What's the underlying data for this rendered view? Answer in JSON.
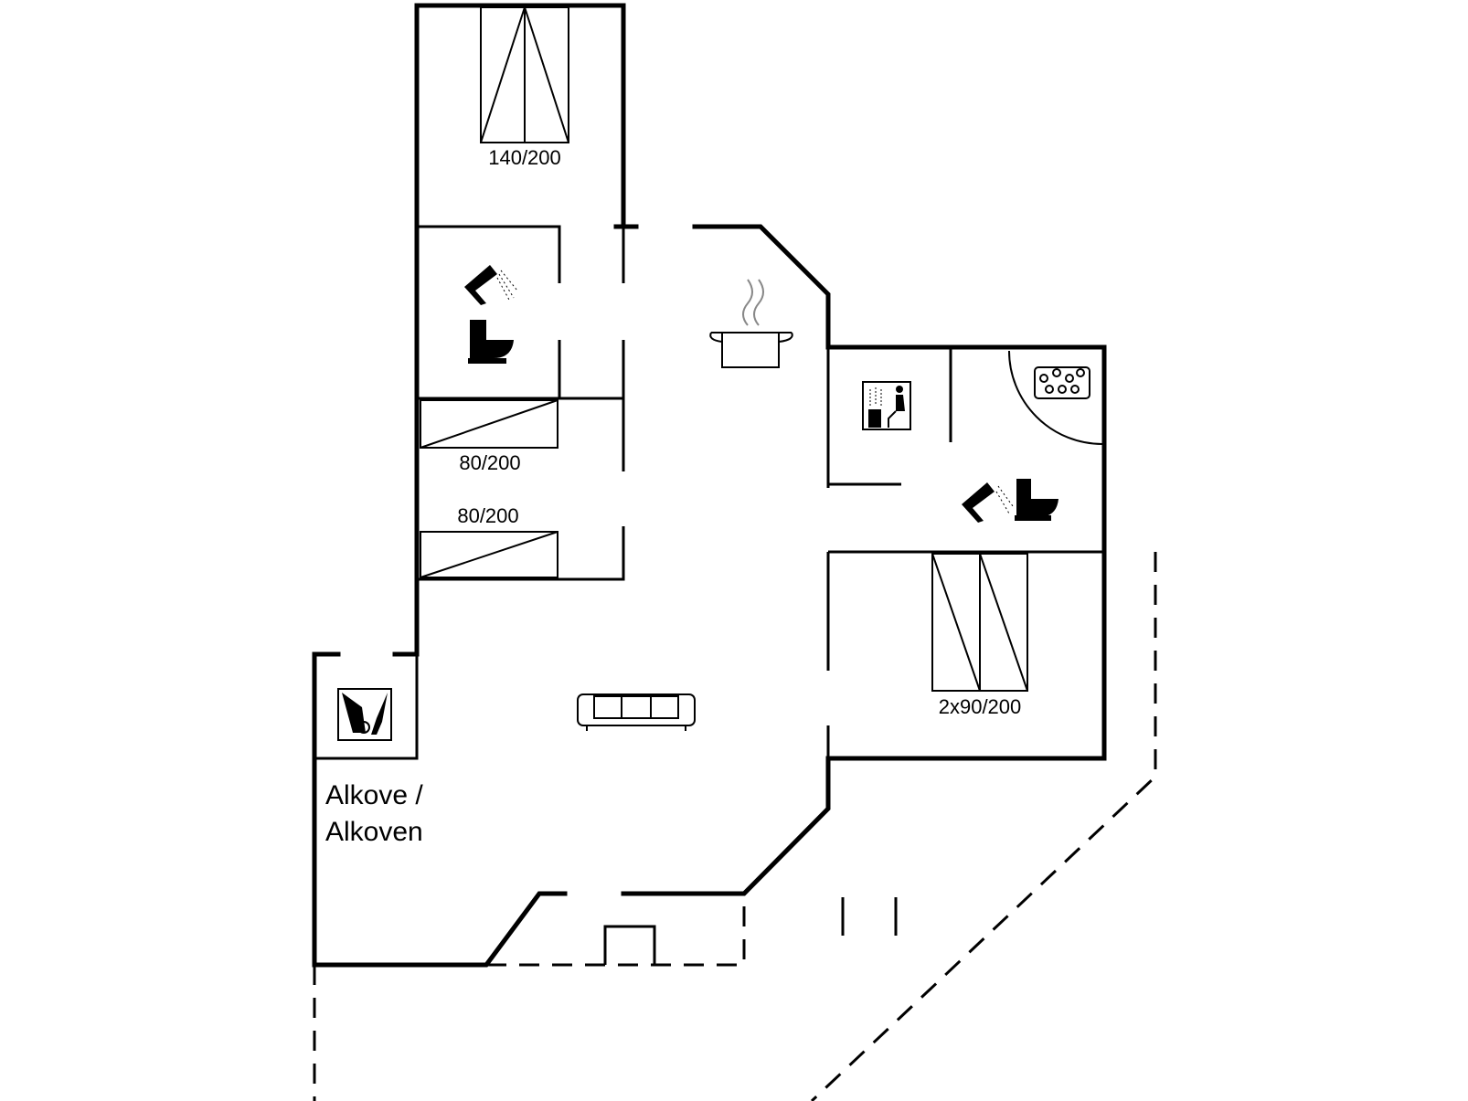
{
  "bed_labels": {
    "master_bed": "140/200",
    "single_bed_1": "80/200",
    "single_bed_2": "80/200",
    "twin_bed": "2x90/200"
  },
  "room_labels": {
    "alcove_line1": "Alkove /",
    "alcove_line2": "Alkoven"
  },
  "icons": [
    "shower-icon",
    "toilet-icon",
    "cooking-pot-icon",
    "sauna-icon",
    "whirlpool-icon",
    "sofa-icon",
    "washing-machine-icon"
  ]
}
